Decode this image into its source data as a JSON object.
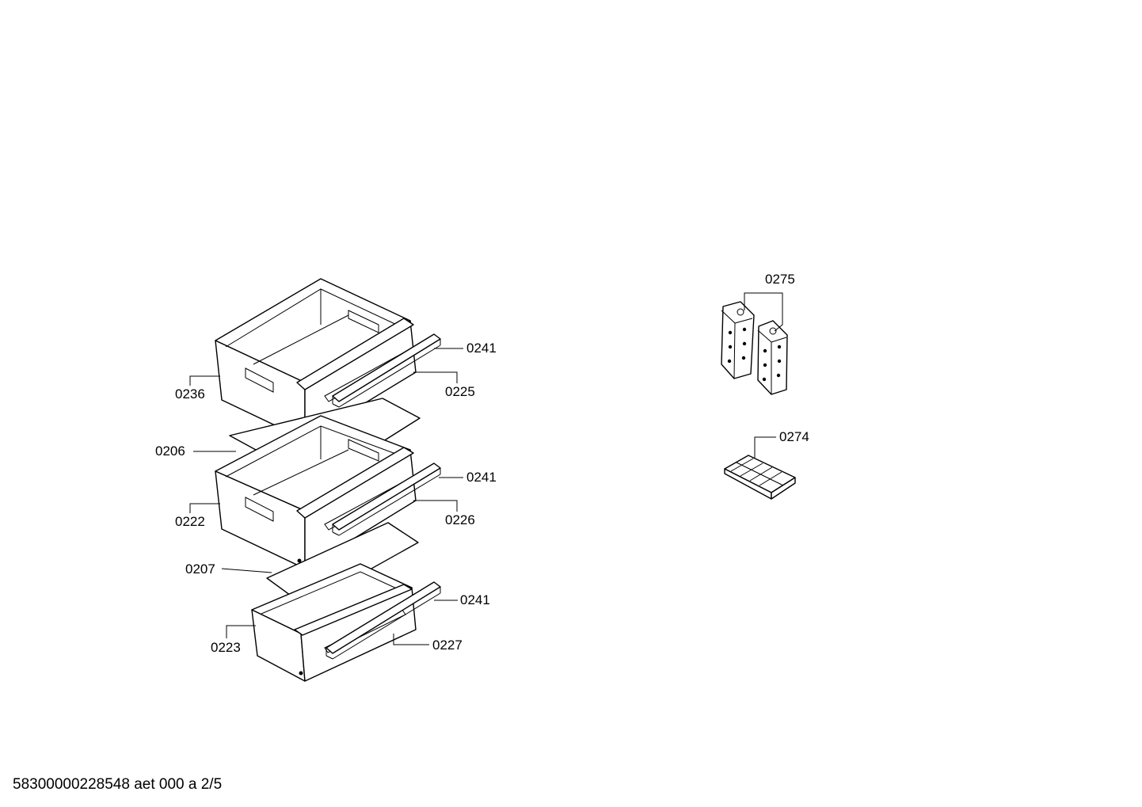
{
  "callouts": {
    "c0241a": "0241",
    "c0225": "0225",
    "c0236": "0236",
    "c0206": "0206",
    "c0241b": "0241",
    "c0222": "0222",
    "c0226": "0226",
    "c0207": "0207",
    "c0241c": "0241",
    "c0223": "0223",
    "c0227": "0227",
    "c0275": "0275",
    "c0274": "0274"
  },
  "footer": "58300000228548 aet 000 a 2/5",
  "colors": {
    "ink": "#000000",
    "background": "#ffffff"
  }
}
